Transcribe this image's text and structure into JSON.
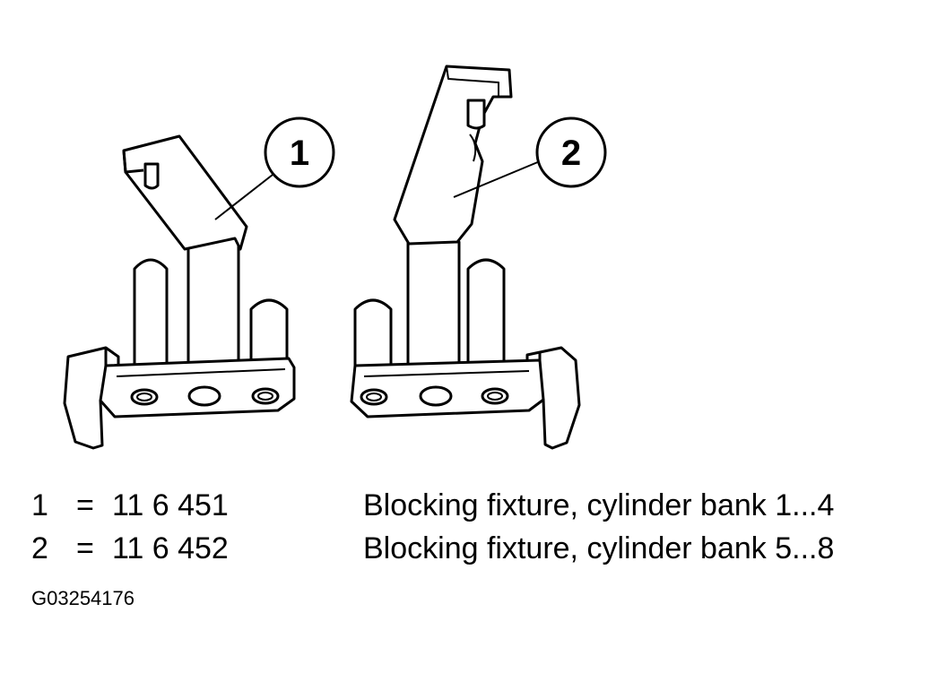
{
  "callouts": [
    {
      "number": "1"
    },
    {
      "number": "2"
    }
  ],
  "legend": [
    {
      "number": "1",
      "equals": "=",
      "part": "11 6 451",
      "description": "Blocking fixture, cylinder bank 1...4"
    },
    {
      "number": "2",
      "equals": "=",
      "part": "11 6 452",
      "description": "Blocking fixture, cylinder bank 5...8"
    }
  ],
  "figure_id": "G03254176"
}
